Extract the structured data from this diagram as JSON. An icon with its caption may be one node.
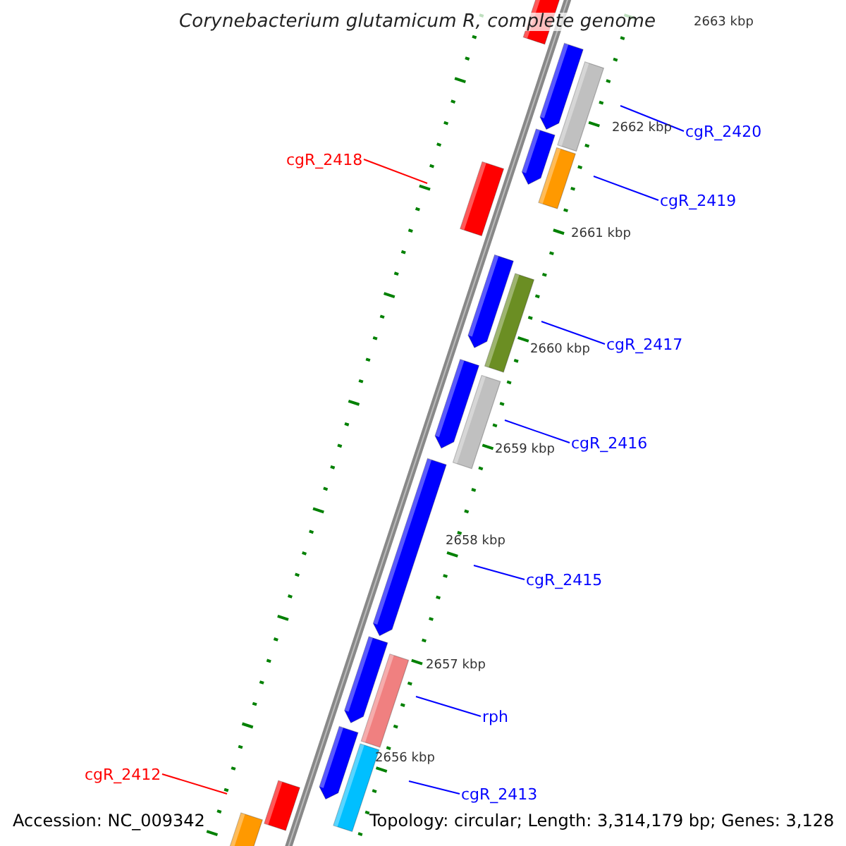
{
  "diagram": {
    "title": "Corynebacterium glutamicum R, complete genome",
    "nodes": [
      {
        "text": [
          "cgR_2420"
        ]
      },
      {
        "text": [
          "cgR_2419"
        ]
      },
      {
        "text": [
          "cgR_2418"
        ]
      },
      {
        "text": [
          "cgR_2417"
        ]
      },
      {
        "text": [
          "cgR_2416"
        ]
      },
      {
        "text": [
          "cgR_2415"
        ]
      },
      {
        "text": [
          "rph"
        ]
      },
      {
        "text": [
          "cgR_2413"
        ]
      },
      {
        "text": [
          "cgR_2412"
        ]
      }
    ],
    "edges": [
      {
        "from": 0,
        "to": null,
        "arrow": "none"
      },
      {
        "from": 1,
        "to": null,
        "arrow": "none"
      },
      {
        "from": 2,
        "to": null,
        "arrow": "none",
        "color": "#ff0000"
      },
      {
        "from": 3,
        "to": null,
        "arrow": "none"
      },
      {
        "from": 4,
        "to": null,
        "arrow": "none"
      },
      {
        "from": 5,
        "to": null,
        "arrow": "none"
      },
      {
        "from": 6,
        "to": null,
        "arrow": "none"
      },
      {
        "from": 7,
        "to": null,
        "arrow": "none"
      },
      {
        "from": 8,
        "to": null,
        "arrow": "none",
        "color": "#ff0000"
      }
    ],
    "labels": [
      "2663 kbp",
      "2662 kbp",
      "2661 kbp",
      "2660 kbp",
      "2659 kbp",
      "2658 kbp",
      "2657 kbp",
      "2656 kbp",
      "Accession: NC_009342",
      "Topology: circular; Length: 3,314,179 bp; Genes: 3,128"
    ]
  }
}
